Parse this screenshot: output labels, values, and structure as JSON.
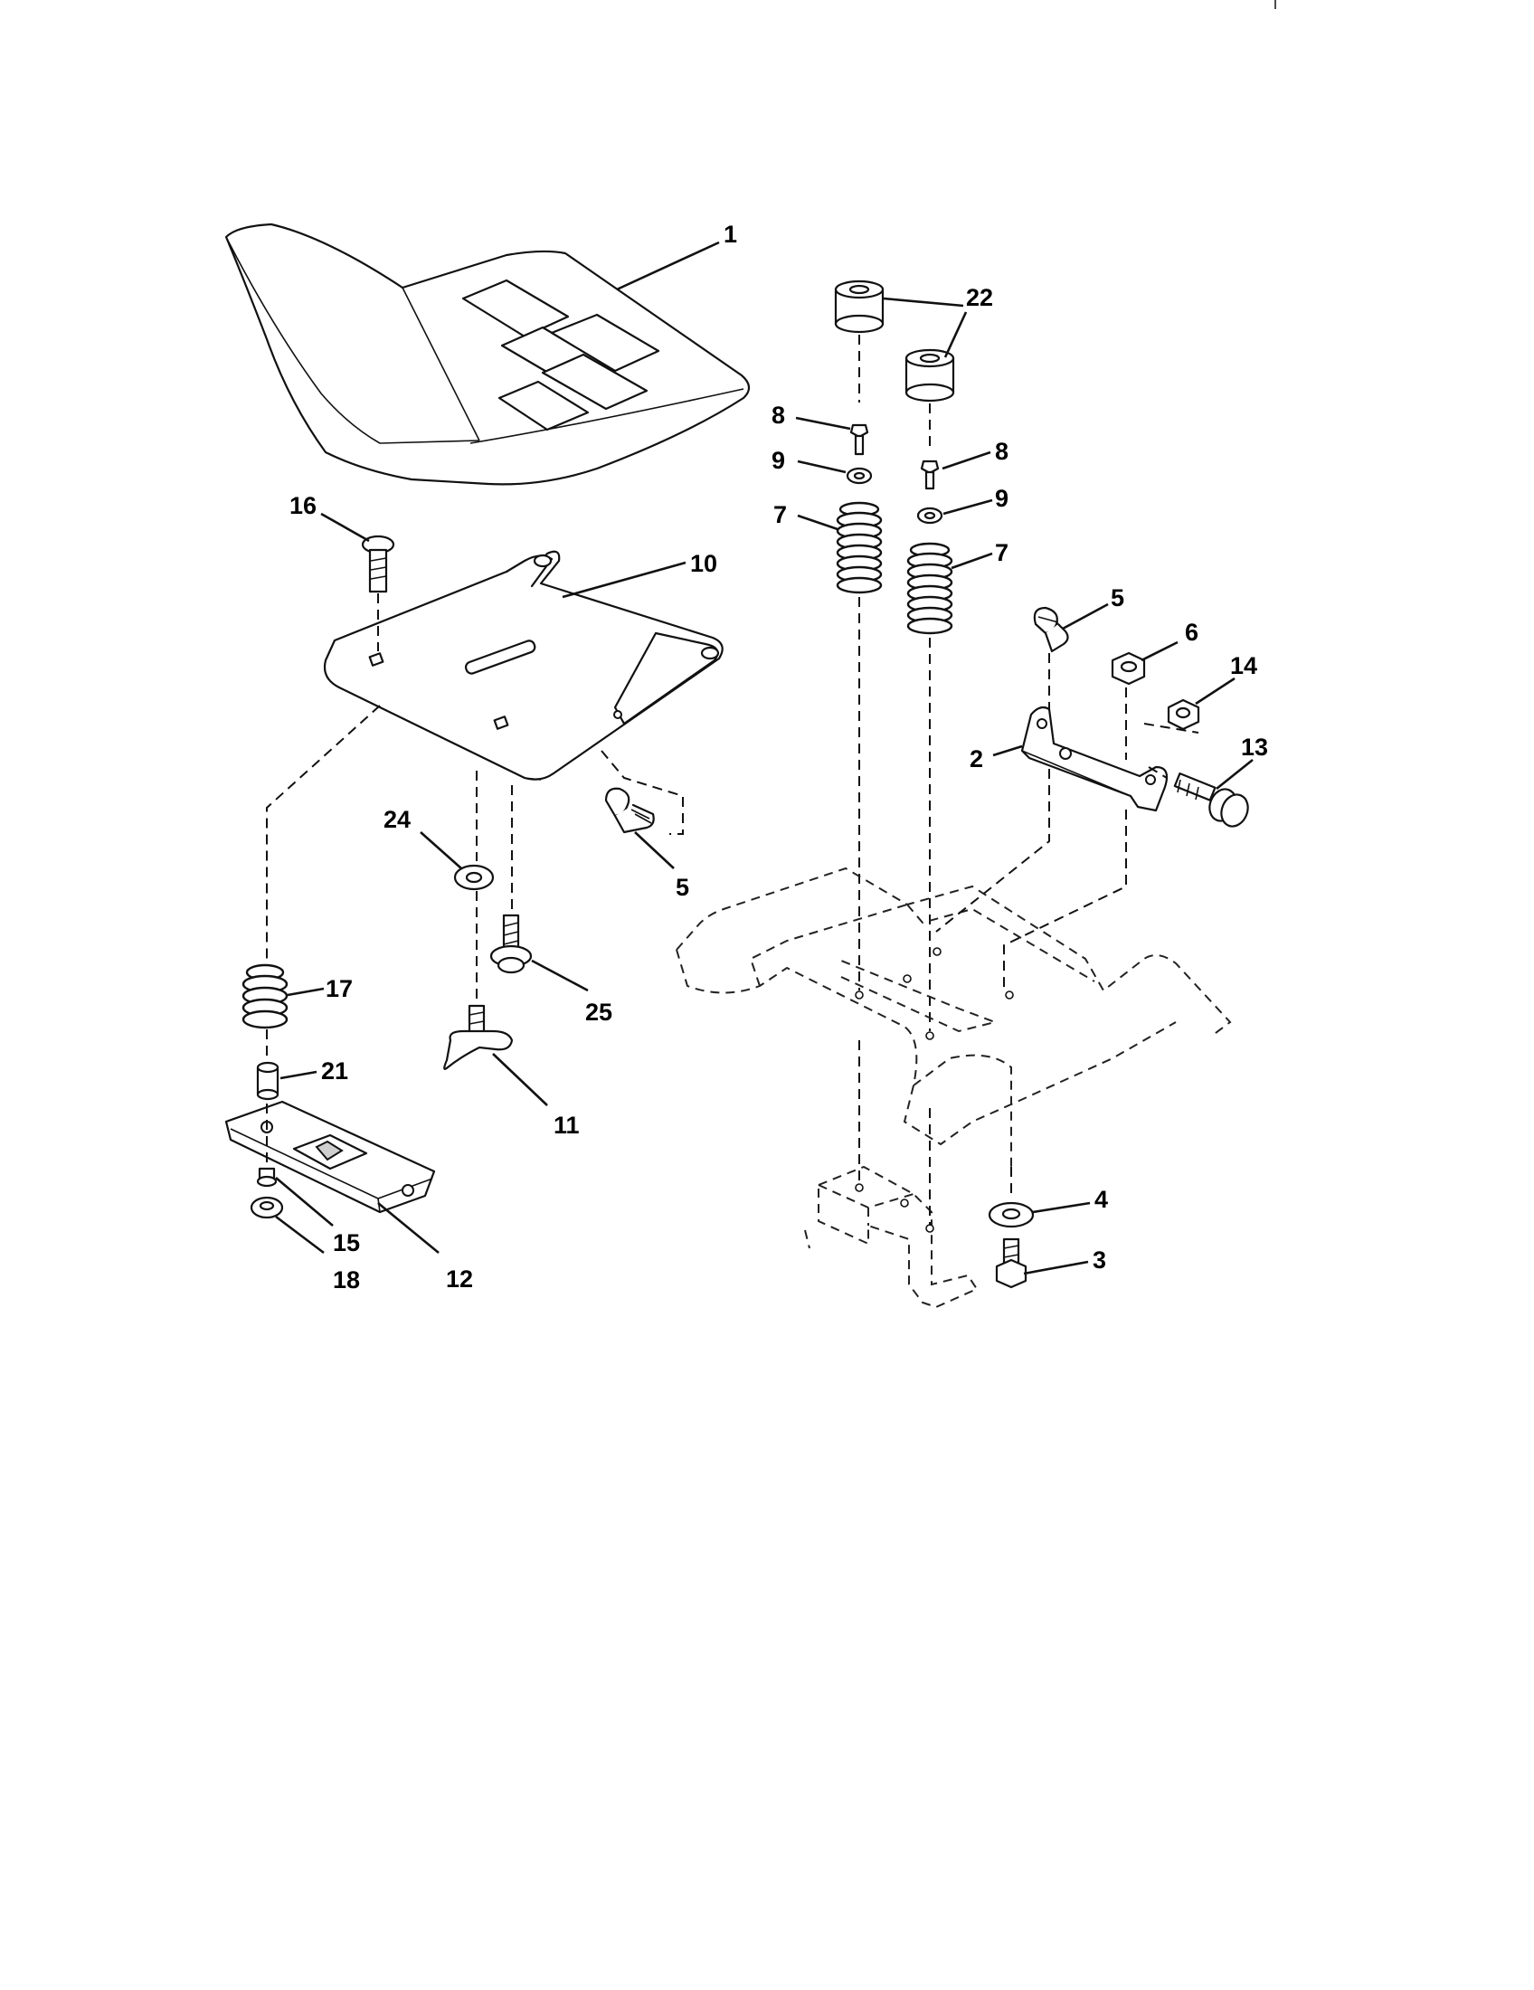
{
  "callouts": [
    "1",
    "2",
    "3",
    "4",
    "5",
    "5",
    "6",
    "7",
    "7",
    "8",
    "8",
    "9",
    "9",
    "10",
    "11",
    "12",
    "13",
    "14",
    "15",
    "16",
    "17",
    "18",
    "21",
    "22",
    "24",
    "25"
  ]
}
